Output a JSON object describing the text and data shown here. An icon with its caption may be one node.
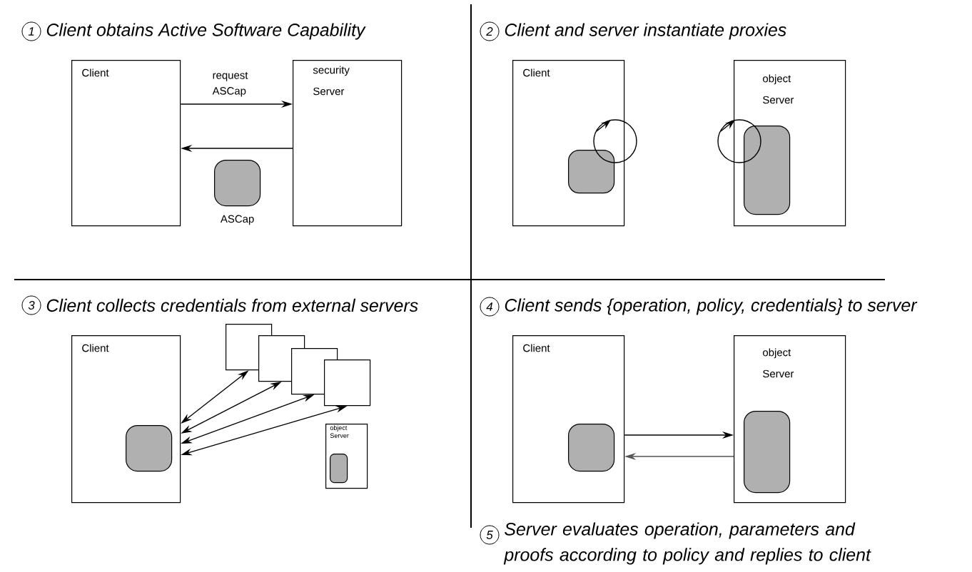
{
  "diagram": {
    "nodes": [
      {
        "text": [
          "Client"
        ]
      },
      {
        "text": [
          "security Server"
        ]
      },
      {
        "text": [],
        "shape": "capsule",
        "beside": [
          "ASCap"
        ]
      },
      {
        "text": [
          "Client"
        ]
      },
      {
        "text": [],
        "shape": "capsule",
        "in": 3
      },
      {
        "text": [
          "object Server"
        ]
      },
      {
        "text": [],
        "shape": "capsule",
        "in": 5
      },
      {
        "text": [
          "Client"
        ]
      },
      {
        "text": [],
        "shape": "capsule",
        "in": 7
      },
      {
        "text": [],
        "shape": "box"
      },
      {
        "text": [],
        "shape": "box"
      },
      {
        "text": [],
        "shape": "box"
      },
      {
        "text": [],
        "shape": "box"
      },
      {
        "text": [
          "object Server"
        ]
      },
      {
        "text": [],
        "shape": "capsule",
        "in": 13
      },
      {
        "text": [
          "Client"
        ]
      },
      {
        "text": [],
        "shape": "capsule",
        "in": 15
      },
      {
        "text": [
          "object Server"
        ]
      },
      {
        "text": [],
        "shape": "capsule",
        "in": 17
      }
    ],
    "edges": [
      {
        "from": 0,
        "to": 1,
        "arrow": "to",
        "label": "request ASCap"
      },
      {
        "from": 1,
        "to": 0,
        "arrow": "to"
      },
      {
        "from": 7,
        "to": 9,
        "arrow": "both"
      },
      {
        "from": 7,
        "to": 10,
        "arrow": "both"
      },
      {
        "from": 7,
        "to": 11,
        "arrow": "both"
      },
      {
        "from": 7,
        "to": 12,
        "arrow": "both"
      },
      {
        "from": 15,
        "to": 17,
        "arrow": "to"
      },
      {
        "from": 17,
        "to": 15,
        "arrow": "to",
        "color": "#555555"
      }
    ],
    "labels": [
      "1",
      "Client obtains Active Software Capability",
      "2",
      "Client and server instantiate proxies",
      "3",
      "Client collects credentials from external servers",
      "4",
      "Client sends {operation, policy, credentials} to server",
      "5",
      "Server evaluates operation, parameters and proofs according to policy and replies to client"
    ]
  }
}
